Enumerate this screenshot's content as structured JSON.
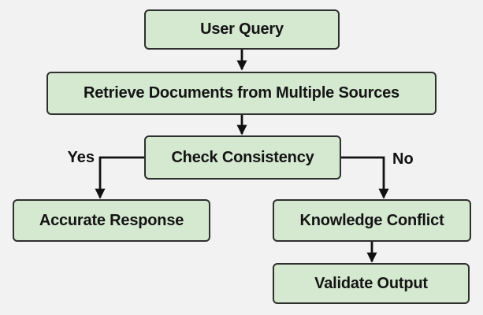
{
  "diagram": {
    "title": "RAG consistency-check flowchart",
    "colors": {
      "background": "#f2f2f3",
      "node_fill": "#d5e8d0",
      "node_border": "#2f2f2f",
      "node_text": "#141414",
      "arrow": "#111111"
    },
    "nodes": [
      {
        "id": "user-query",
        "label": "User Query"
      },
      {
        "id": "retrieve-documents",
        "label": "Retrieve Documents from Multiple Sources"
      },
      {
        "id": "check-consistency",
        "label": "Check Consistency"
      },
      {
        "id": "accurate-response",
        "label": "Accurate Response"
      },
      {
        "id": "knowledge-conflict",
        "label": "Knowledge Conflict"
      },
      {
        "id": "validate-output",
        "label": "Validate Output"
      }
    ],
    "edges": [
      {
        "from": "user-query",
        "to": "retrieve-documents",
        "label": ""
      },
      {
        "from": "retrieve-documents",
        "to": "check-consistency",
        "label": ""
      },
      {
        "from": "check-consistency",
        "to": "accurate-response",
        "label": "Yes"
      },
      {
        "from": "check-consistency",
        "to": "knowledge-conflict",
        "label": "No"
      },
      {
        "from": "knowledge-conflict",
        "to": "validate-output",
        "label": ""
      }
    ],
    "edge_labels": {
      "yes": "Yes",
      "no": "No"
    }
  }
}
